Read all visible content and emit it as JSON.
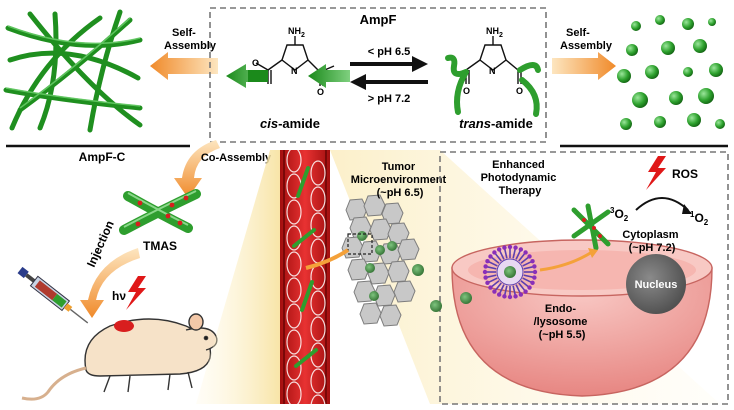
{
  "title": "AmpF",
  "left_label": "Self-\nAssembly",
  "right_label": "Self-\nAssembly",
  "cond_top": "< pH 6.5",
  "cond_bottom": "> pH 7.2",
  "cis_label_it": "cis",
  "cis_label_rest": "-amide",
  "trans_label_it": "trans",
  "trans_label_rest": "-amide",
  "nh2": "NH",
  "nh2_sub": "2",
  "n_atom": "N",
  "o_atom": "O",
  "ampfc_label": "AmpF-C",
  "coassembly_label": "Co-Assembly",
  "tmas_label": "TMAS",
  "injection_label": "Injection",
  "hv_label": "hν",
  "tumor_label": "Tumor\nMicroenvironment\n(~pH 6.5)",
  "enhanced_label": "Enhanced\nPhotodynamic\nTherapy",
  "ros_label": "ROS",
  "o2_left_sup": "3",
  "o2_left_main": "O",
  "o2_left_sub": "2",
  "o2_right_sup": "1",
  "o2_right_main": "O",
  "o2_right_sub": "2",
  "cytoplasm_label": "Cytoplasm\n(~pH 7.2)",
  "nucleus_label": "Nucleus",
  "endo_label": "Endo-\n/lysosome\n(~pH 5.5)",
  "colors": {
    "green": "#2e9e2e",
    "green_dark": "#1f6e1f",
    "red": "#d81e1e",
    "orange": "#f4a13a",
    "pink": "#f2a4a0",
    "grey": "#9a9a9a"
  }
}
